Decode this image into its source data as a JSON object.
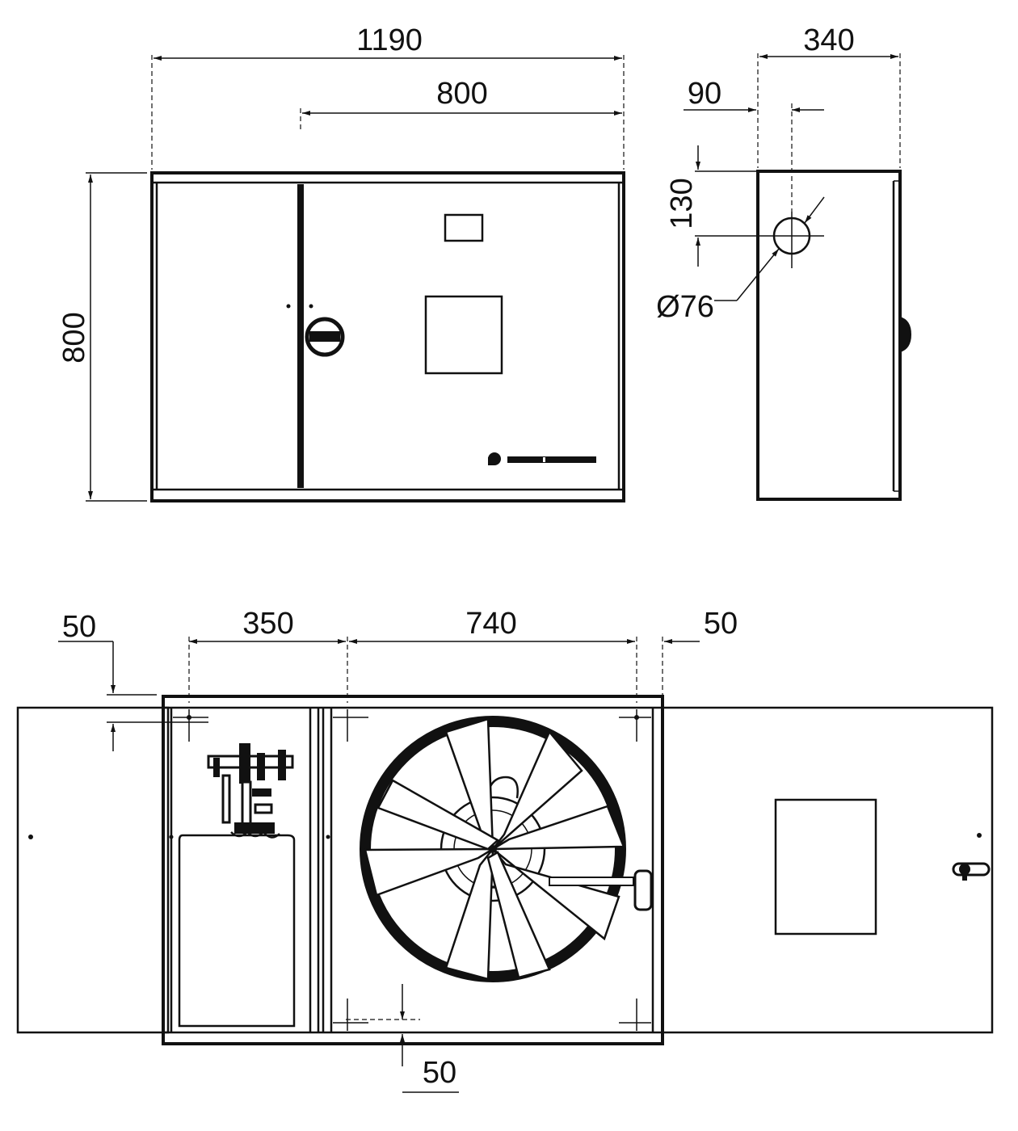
{
  "dimensions": {
    "front_width": "1190",
    "door_width": "800",
    "front_height": "800",
    "side_depth": "340",
    "side_offset": "90",
    "pipe_height": "130",
    "pipe_diameter": "Ø76",
    "plan_left_margin": "50",
    "plan_left_section": "350",
    "plan_main_section": "740",
    "plan_right_margin": "50",
    "plan_bottom_margin": "50"
  },
  "colors": {
    "line": "#111111",
    "background": "#ffffff"
  }
}
